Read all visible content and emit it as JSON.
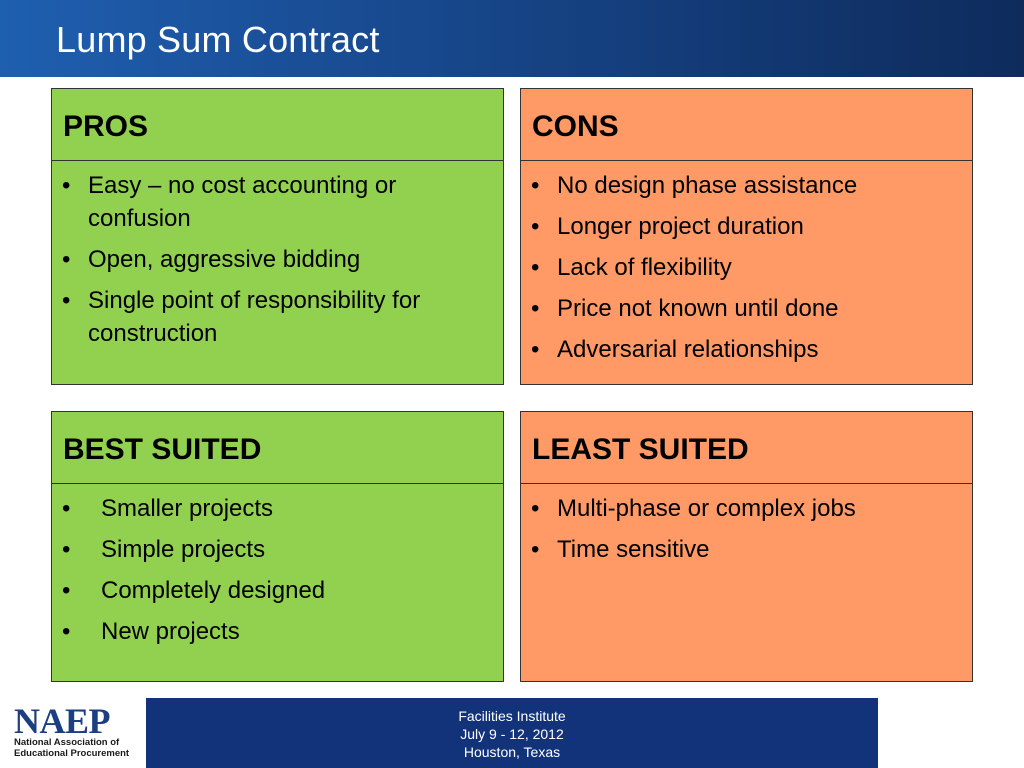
{
  "title": "Lump Sum Contract",
  "panels": {
    "pros": {
      "heading": "PROS",
      "items": [
        "Easy – no cost accounting or confusion",
        "Open, aggressive bidding",
        "Single point of responsibility for construction"
      ]
    },
    "cons": {
      "heading": "CONS",
      "items": [
        "No design phase assistance",
        "Longer project duration",
        "Lack of flexibility",
        "Price not known until done",
        "Adversarial relationships"
      ]
    },
    "best_suited": {
      "heading": "BEST SUITED",
      "items": [
        "Smaller projects",
        "Simple projects",
        "Completely designed",
        "New projects"
      ]
    },
    "least_suited": {
      "heading": "LEAST SUITED",
      "items": [
        "Multi-phase or complex jobs",
        "Time sensitive"
      ]
    }
  },
  "footer": {
    "logo_text": "NAEP",
    "logo_sub_line1": "National Association of",
    "logo_sub_line2": "Educational Procurement",
    "event_line1": "Facilities Institute",
    "event_line2": "July 9 - 12, 2012",
    "event_line3": "Houston, Texas"
  },
  "colors": {
    "pros_fill": "#92d050",
    "cons_fill": "#ff9966",
    "title_bar": "#1f5fb0",
    "footer_bar": "#12337a"
  }
}
